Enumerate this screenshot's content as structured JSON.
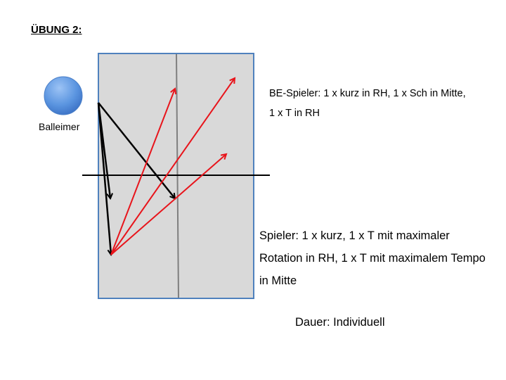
{
  "title": "ÜBUNG 2:",
  "ball_bucket_label": "Balleimer",
  "be_player_note": "BE-Spieler: 1 x kurz in RH, 1 x Sch in Mitte, 1 x T in RH",
  "player_note": "Spieler: 1 x kurz, 1 x T mit maximaler Rotation in RH, 1 x T mit maximalem Tempo in Mitte",
  "duration_note": "Dauer: Individuell",
  "colors": {
    "table_fill": "#d9d9d9",
    "table_border": "#4f81bd",
    "ball": "#4a86d8",
    "black_arrows": "#000000",
    "red_arrows": "#e8141b"
  },
  "icons": {
    "ball_bucket": "blue-circle"
  }
}
